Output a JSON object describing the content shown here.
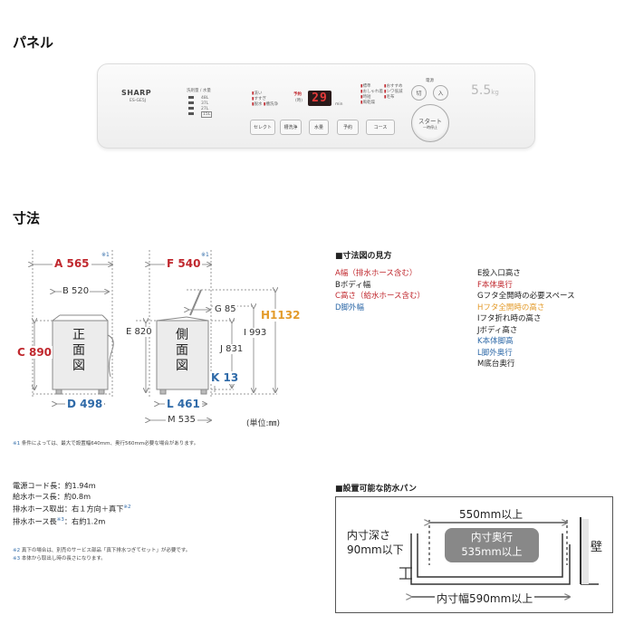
{
  "headings": {
    "panel": "パネル",
    "dimensions": "寸法"
  },
  "panel": {
    "brand": "SHARP",
    "model": "ES-GE5J",
    "water_level_title": "洗剤量 / 水量",
    "water_levels": [
      "48L",
      "37L",
      "27L",
      "15L"
    ],
    "course_left": [
      "洗い",
      "すすぎ",
      "脱水",
      "槽洗浄"
    ],
    "reserve_label": "予約",
    "reserve_sub": "(時)",
    "display_value": "29",
    "display_sub": "min",
    "course_right_a": [
      "標準",
      "おしゃれ着",
      "時短",
      "風乾燥"
    ],
    "course_right_b": [
      "おすすめ",
      "シワ低減",
      "毛布",
      ""
    ],
    "power_label": "電源",
    "power_off": "切",
    "power_on": "入",
    "capacity": "5.5",
    "capacity_unit": "kg",
    "buttons": [
      "セレクト",
      "槽洗浄",
      "水量",
      "予約",
      "コース"
    ],
    "start_label": "スタート",
    "start_sub": "一時停止"
  },
  "front_diagram": {
    "A": "A 565",
    "A_ref": "※1",
    "B": "B 520",
    "C": "C 890",
    "D": "D 498",
    "label_chars": [
      "正",
      "面",
      "図"
    ]
  },
  "side_diagram": {
    "F": "F 540",
    "F_ref": "※1",
    "G": "G 85",
    "H": "H1132",
    "I": "I 993",
    "J": "J 831",
    "E": "E 820",
    "K": "K 13",
    "L": "L 461",
    "M": "M 535",
    "label_chars": [
      "側",
      "面",
      "図"
    ],
    "unit": "(単位:㎜)"
  },
  "legend": {
    "title": "■寸法図の見方",
    "left": [
      {
        "key": "A",
        "text": "幅（排水ホース含む）",
        "color": "#c0282e"
      },
      {
        "key": "B",
        "text": "ボディ幅",
        "color": "#222222"
      },
      {
        "key": "C",
        "text": "高さ（給水ホース含む）",
        "color": "#c0282e"
      },
      {
        "key": "D",
        "text": "脚外幅",
        "color": "#2f6aa8"
      }
    ],
    "right": [
      {
        "key": "E",
        "text": "投入口高さ",
        "color": "#222222"
      },
      {
        "key": "F",
        "text": "本体奥行",
        "color": "#c0282e"
      },
      {
        "key": "G",
        "text": "フタ全開時の必要スペース",
        "color": "#222222"
      },
      {
        "key": "H",
        "text": "フタ全開時の高さ",
        "color": "#e39b2b"
      },
      {
        "key": "I",
        "text": "フタ折れ時の高さ",
        "color": "#222222"
      },
      {
        "key": "J",
        "text": "ボディ高さ",
        "color": "#222222"
      },
      {
        "key": "K",
        "text": "本体脚高",
        "color": "#2f6aa8"
      },
      {
        "key": "L",
        "text": "脚外奥行",
        "color": "#2f6aa8"
      },
      {
        "key": "M",
        "text": "底台奥行",
        "color": "#222222"
      }
    ]
  },
  "footnote1": {
    "ref": "※1",
    "text": "条件によっては、最大で設置幅640mm、奥行560mm必要な場合があります。"
  },
  "specs": {
    "power_cord": "電源コード長：約1.94m",
    "supply_hose": "給水ホース長：約0.8m",
    "drain_direction": "排水ホース取出：右１方向＋真下",
    "drain_direction_ref": "※2",
    "drain_length_a": "排水ホース長",
    "drain_length_ref": "※3",
    "drain_length_b": "：右約1.2m"
  },
  "footnotes_bottom": [
    {
      "ref": "※2",
      "text": "真下の場合は、別売のサービス部品「真下排水つぎてセット」が必要です。"
    },
    {
      "ref": "※3",
      "text": "本体から取出し時の長さになります。"
    }
  ],
  "pan": {
    "title": "■設置可能な防水パン",
    "width_top": "550mm以上",
    "depth_line1": "内寸深さ",
    "depth_line2": "90mm以下",
    "inner_depth_line1": "内寸奥行",
    "inner_depth_line2": "535mm以上",
    "wall": "壁",
    "inner_width": "内寸幅590mm以上"
  }
}
